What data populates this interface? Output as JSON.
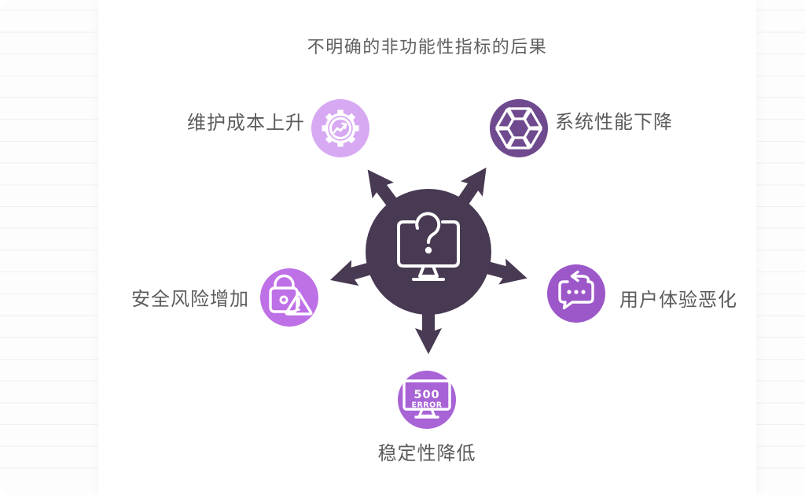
{
  "title": "不明确的非功能性指标的后果",
  "theme": {
    "hub_color": "#483A52",
    "label_color": "#5c5c5c",
    "line_color": "#f0f0f3",
    "card_color": "#ffffff",
    "icon_stroke": "#ffffff"
  },
  "hub": {
    "icon": "monitor-question-icon"
  },
  "nodes": [
    {
      "label": "维护成本上升",
      "icon": "gear-trend-icon",
      "color": "#D7A9F2",
      "position": "top-left"
    },
    {
      "label": "系统性能下降",
      "icon": "hexagon-segments-icon",
      "color": "#6F4A8E",
      "position": "top-right"
    },
    {
      "label": "安全风险增加",
      "icon": "lock-warning-icon",
      "color": "#BE70E6",
      "position": "mid-left"
    },
    {
      "label": "用户体验恶化",
      "icon": "chat-reply-icon",
      "color": "#9C57C9",
      "position": "mid-right"
    },
    {
      "label": "稳定性降低",
      "icon": "error-500-monitor-icon",
      "color": "#A863D6",
      "position": "bottom",
      "icon_text": {
        "line1": "500",
        "line2": "ERROR"
      }
    }
  ]
}
